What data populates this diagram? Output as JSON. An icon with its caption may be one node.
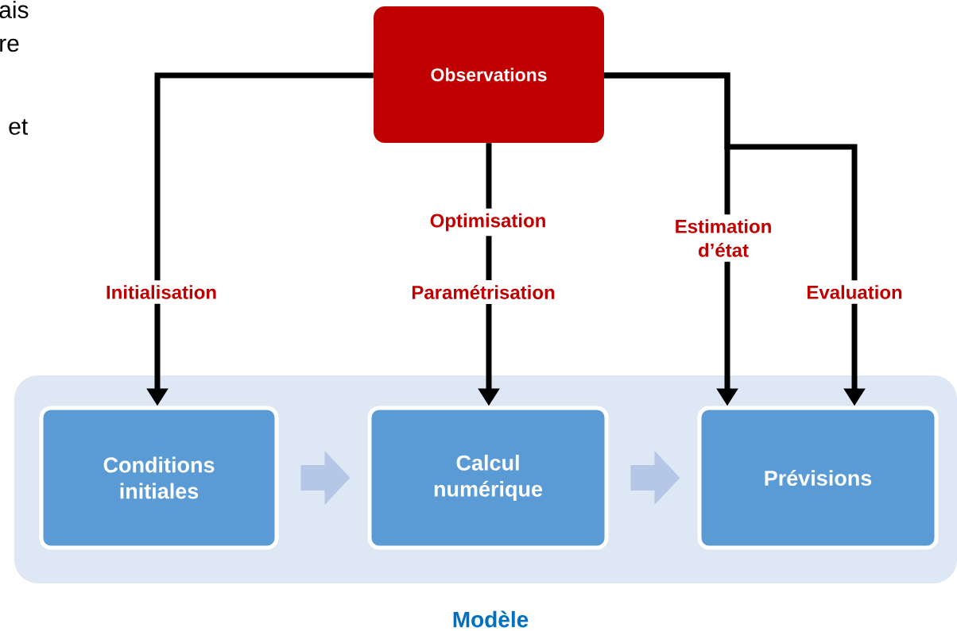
{
  "diagram": {
    "nodes": [
      {
        "text": [
          "Observations"
        ]
      },
      {
        "text": [
          "Modèle"
        ]
      },
      {
        "text": [
          "Conditions initiales"
        ],
        "in": 1
      },
      {
        "text": [
          "Calcul numérique"
        ],
        "in": 1
      },
      {
        "text": [
          "Prévisions"
        ],
        "in": 1
      }
    ],
    "edges": [
      {
        "from": 0,
        "to": 2,
        "arrow": "to",
        "label": "Initialisation"
      },
      {
        "from": 0,
        "to": 3,
        "arrow": "to",
        "label": "Optimisation"
      },
      {
        "from": 0,
        "to": 4,
        "arrow": "to",
        "label": "Estimation d’état"
      },
      {
        "from": 0,
        "to": 4,
        "arrow": "to",
        "label": "Evaluation"
      },
      {
        "from": 2,
        "to": 3,
        "arrow": "to",
        "style": "thick",
        "color": "#b4c7e7"
      },
      {
        "from": 3,
        "to": 4,
        "arrow": "to",
        "style": "thick",
        "color": "#b4c7e7"
      }
    ],
    "labels": [
      "ais",
      "re",
      "et",
      "Paramétrisation"
    ]
  }
}
